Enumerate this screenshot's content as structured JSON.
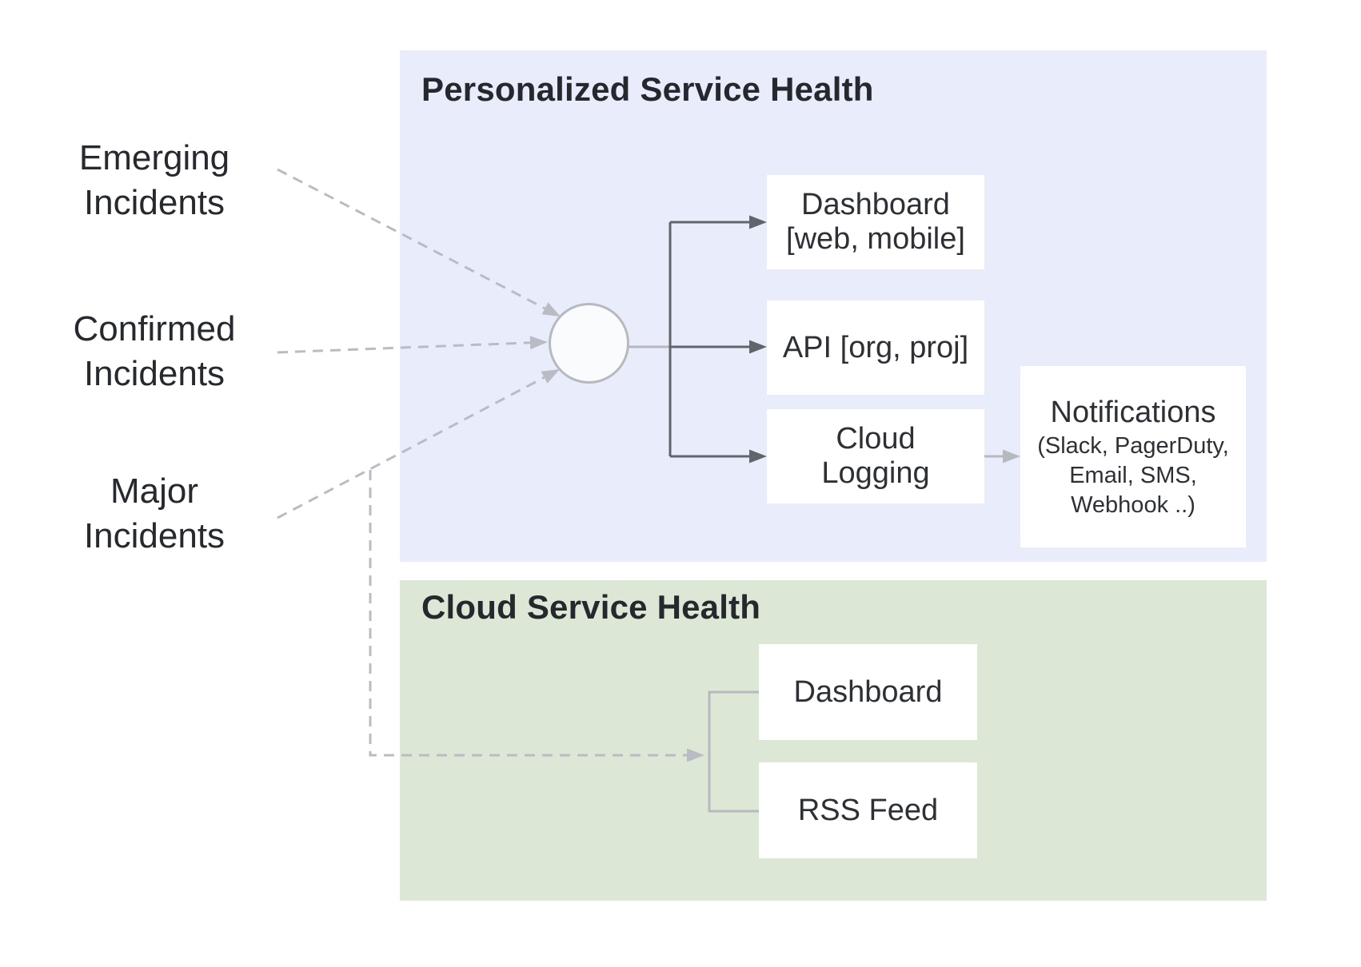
{
  "colors": {
    "panel_personalized_bg": "#e9edfb",
    "panel_cloud_bg": "#dce8d5",
    "node_bg": "#ffffff",
    "dark_connector": "#60656c",
    "light_connector": "#b6b9be",
    "dashed_connector": "#b9bdc3",
    "hub_fill": "#fafbfd",
    "hub_border": "#b6b9be",
    "title_text": "#25282c",
    "label_text": "#26292d",
    "node_text": "#2d3135"
  },
  "sources": [
    {
      "id": "emerging",
      "label": "Emerging\nIncidents"
    },
    {
      "id": "confirmed",
      "label": "Confirmed\nIncidents"
    },
    {
      "id": "major",
      "label": "Major\nIncidents"
    }
  ],
  "panels": {
    "personalized": {
      "title": "Personalized Service Health",
      "nodes": {
        "dashboard": {
          "label": "Dashboard\n[web, mobile]"
        },
        "api": {
          "label": "API [org, proj]"
        },
        "logging": {
          "label": "Cloud\nLogging"
        },
        "notifications": {
          "title": "Notifications",
          "detail": "(Slack, PagerDuty,\nEmail, SMS,\nWebhook ..)"
        }
      }
    },
    "cloud": {
      "title": "Cloud Service Health",
      "nodes": {
        "dashboard": {
          "label": "Dashboard"
        },
        "rss": {
          "label": "RSS Feed"
        }
      }
    }
  }
}
